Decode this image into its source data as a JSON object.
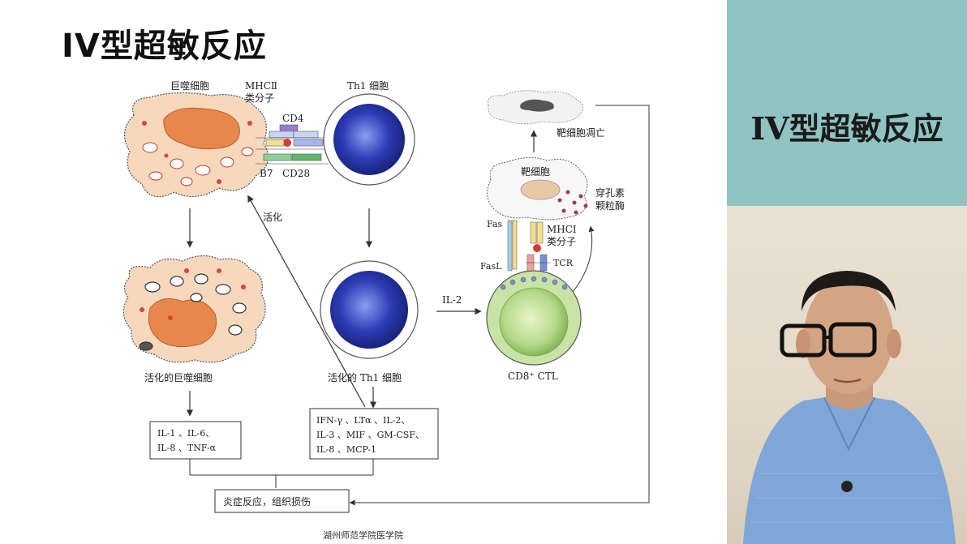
{
  "slide": {
    "title": "IV型超敏反应",
    "caption": "湖州师范学院医学院"
  },
  "side_title": "IV型超敏反应",
  "diagram": {
    "macrophage": "巨噬细胞",
    "mhc2_line1": "MHCⅡ",
    "mhc2_line2": "类分子",
    "cd4": "CD4",
    "b7": "B7",
    "cd28": "CD28",
    "th1": "Th1 细胞",
    "activate": "活化",
    "activated_macrophage": "活化的巨噬细胞",
    "activated_th1": "活化的 Th1 细胞",
    "cytokines_left_1": "IL-1 、IL-6、",
    "cytokines_left_2": "IL-8 、TNF-α",
    "cytokines_right_1": "IFN-γ 、LTα 、IL-2、",
    "cytokines_right_2": "IL-3 、MIF 、GM-CSF、",
    "cytokines_right_3": "IL-8 、MCP-1",
    "il2": "IL-2",
    "ctl": "CD8⁺ CTL",
    "fas": "Fas",
    "fasl": "FasL",
    "mhc1_line1": "MHCⅠ",
    "mhc1_line2": "类分子",
    "tcr": "TCR",
    "target_cell": "靶细胞",
    "target_apoptosis": "靶细胞凋亡",
    "perforin_line1": "穿孔素",
    "perforin_line2": "颗粒酶",
    "inflammation": "炎症反应，组织损伤"
  },
  "colors": {
    "side_panel": "#8fc4c3",
    "macrophage_fill": "#f6d8bd",
    "nucleus": "#e8874c",
    "t_cell": "#2a34a8",
    "ctl": "#a8cf78"
  }
}
